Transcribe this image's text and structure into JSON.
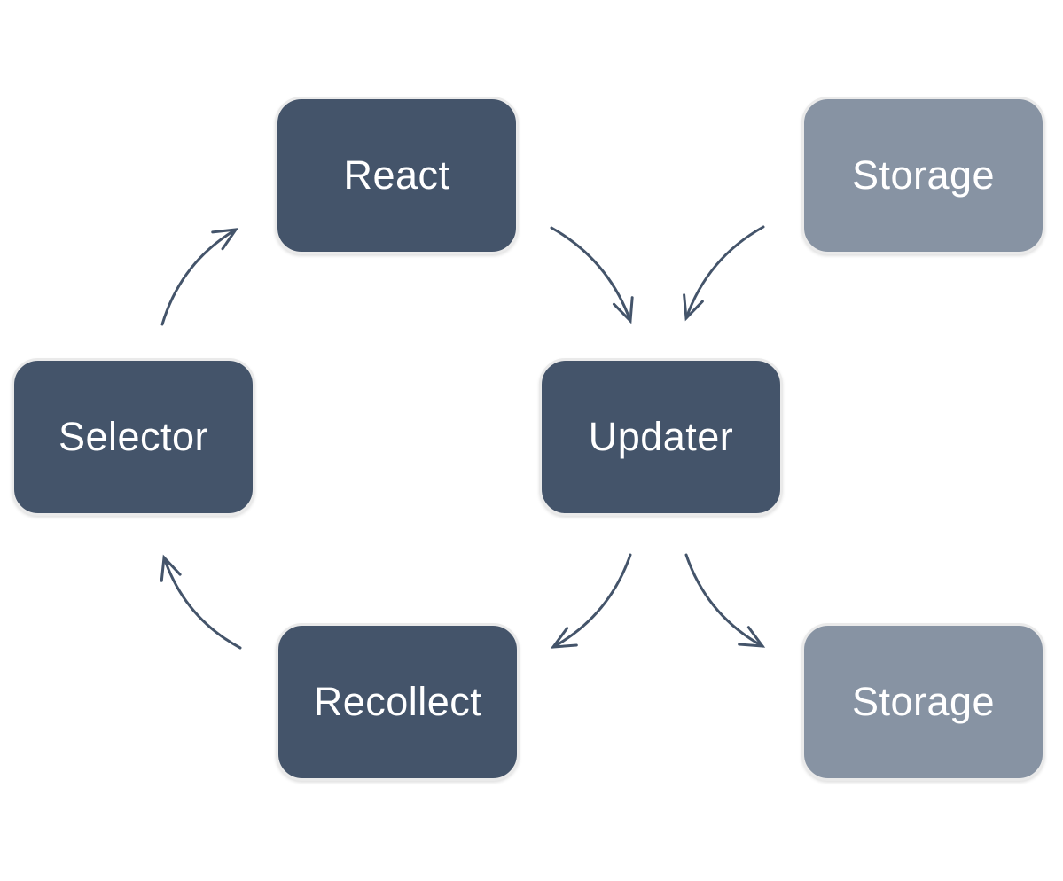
{
  "diagram": {
    "colors": {
      "background": "#FFFFFF",
      "primary_node": "#44546A",
      "secondary_node": "#8793A3",
      "node_border": "#EAEAEA",
      "node_text": "#FFFFFF",
      "arrow": "#44546A"
    },
    "nodes": [
      {
        "id": "react",
        "label": "React",
        "variant": "primary"
      },
      {
        "id": "storage-top",
        "label": "Storage",
        "variant": "secondary"
      },
      {
        "id": "selector",
        "label": "Selector",
        "variant": "primary"
      },
      {
        "id": "updater",
        "label": "Updater",
        "variant": "primary"
      },
      {
        "id": "recollect",
        "label": "Recollect",
        "variant": "primary"
      },
      {
        "id": "storage-bottom",
        "label": "Storage",
        "variant": "secondary"
      }
    ],
    "edges": [
      {
        "from": "selector",
        "to": "react"
      },
      {
        "from": "react",
        "to": "updater"
      },
      {
        "from": "storage-top",
        "to": "updater"
      },
      {
        "from": "updater",
        "to": "recollect"
      },
      {
        "from": "updater",
        "to": "storage-bottom"
      },
      {
        "from": "recollect",
        "to": "selector"
      }
    ]
  }
}
